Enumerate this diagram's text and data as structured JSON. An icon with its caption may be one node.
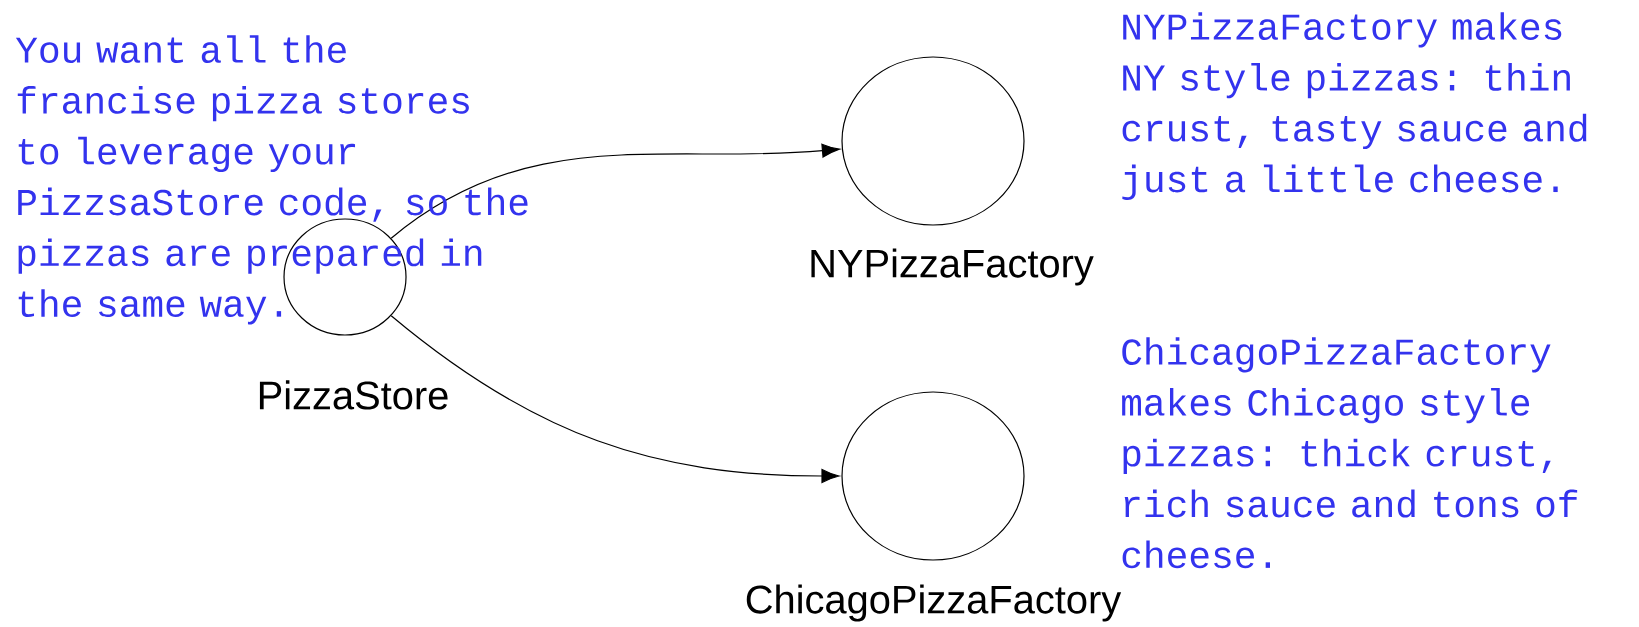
{
  "diagram": {
    "nodes": [
      {
        "text": [
          "PizzaStore"
        ]
      },
      {
        "text": [
          "NYPizzaFactory"
        ]
      },
      {
        "text": [
          "ChicagoPizzaFactory"
        ]
      }
    ],
    "edges": [
      {
        "from": 0,
        "to": 1,
        "arrow": "to"
      },
      {
        "from": 0,
        "to": 2,
        "arrow": "to"
      }
    ],
    "labels": [
      "You want all the francise pizza stores to leverage your PizzsaStore code, so the pizzas are prepared in the same way.",
      "NYPizzaFactory makes NY style pizzas: thin crust, tasty sauce and just a little cheese.",
      "ChicagoPizzaFactory makes Chicago style pizzas: thick crust, rich sauce and tons of cheese."
    ]
  }
}
